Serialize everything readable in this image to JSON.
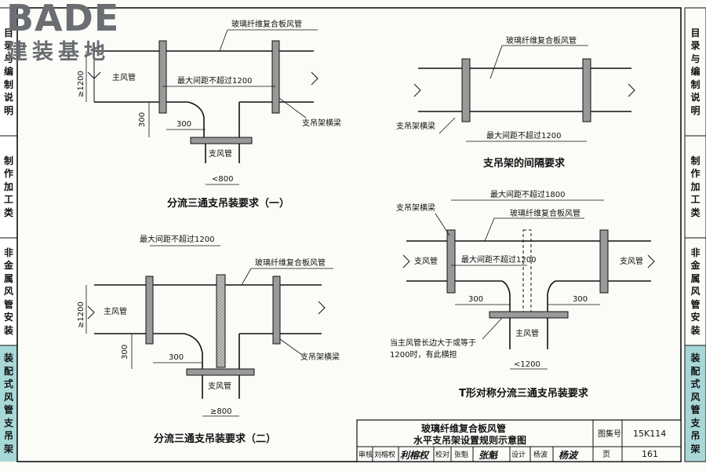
{
  "logo": {
    "main": "BADE",
    "sub": "建装基地"
  },
  "left_tabs": [
    "目录与编制说明",
    "制作加工类",
    "非金属风管安装",
    "装配式风管支吊架"
  ],
  "right_tabs": [
    "目录与编制说明",
    "制作加工类",
    "非金属风管安装",
    "装配式风管支吊架"
  ],
  "diagram1": {
    "duct": "玻璃纤维复合板风管",
    "main_duct": "主风管",
    "spacing": "最大间距不超过1200",
    "ge1200": "≥1200",
    "d300a": "300",
    "d300b": "300",
    "beam": "支吊架横梁",
    "branch": "支风管",
    "lt800": "<800",
    "caption": "分流三通支吊装要求（一）"
  },
  "diagram2": {
    "duct": "玻璃纤维复合板风管",
    "beam": "支吊架横梁",
    "spacing": "最大间距不超过1200",
    "caption": "支吊架的间隔要求"
  },
  "diagram3": {
    "spacing": "最大间距不超过1200",
    "duct": "玻璃纤维复合板风管",
    "ge1200": "≥1200",
    "main_duct": "主风管",
    "d300a": "300",
    "d300b": "300",
    "beam": "支吊架横梁",
    "branch": "支风管",
    "ge800": "≥800",
    "caption": "分流三通支吊装要求（二）"
  },
  "diagram4": {
    "spacing1800": "最大间距不超过1800",
    "beam": "支吊架横梁",
    "duct": "玻璃纤维复合板风管",
    "branch_left": "支风管",
    "branch_right": "支风管",
    "spacing1200": "最大间距不超过1200",
    "d300a": "300",
    "d300b": "300",
    "main_duct": "主风管",
    "note1": "当主风管长边大于或等于",
    "note2": "1200时，有此横担",
    "lt1200": "<1200",
    "caption": "T形对称分流三通支吊装要求"
  },
  "title_block": {
    "title1": "玻璃纤维复合板风管",
    "title2": "水平支吊架设置规则示意图",
    "atlas_label": "图集号",
    "atlas_no": "15K114",
    "review_label": "审核",
    "reviewer": "刘榕权",
    "reviewer_sign": "利榕权",
    "check_label": "校对",
    "checker": "张魁",
    "checker_sign": "张魁",
    "design_label": "设计",
    "designer": "杨波",
    "designer_sign": "杨波",
    "page_label": "页",
    "page_no": "161"
  }
}
